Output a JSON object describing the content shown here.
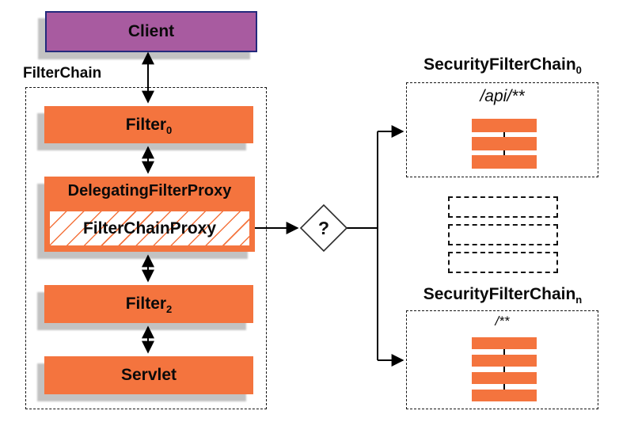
{
  "colors": {
    "orange": "#f4743e",
    "purple": "#a85ba0",
    "purple-border": "#232a7c"
  },
  "client": {
    "label": "Client"
  },
  "filter_chain": {
    "label": "FilterChain",
    "filter0": {
      "base": "Filter",
      "sub": "0"
    },
    "delegating_filter_proxy": {
      "label": "DelegatingFilterProxy"
    },
    "filter_chain_proxy": {
      "label": "FilterChainProxy"
    },
    "filter2": {
      "base": "Filter",
      "sub": "2"
    },
    "servlet": {
      "label": "Servlet"
    }
  },
  "decision": {
    "label": "?"
  },
  "security_filter_chain_0": {
    "title_base": "SecurityFilterChain",
    "title_sub": "0",
    "url_pattern": "/api/**",
    "filter_bar_count": 3
  },
  "collapsed_chains": {
    "count": 3
  },
  "security_filter_chain_n": {
    "title_base": "SecurityFilterChain",
    "title_sub": "n",
    "url_pattern": "/**",
    "filter_bar_count": 4
  }
}
